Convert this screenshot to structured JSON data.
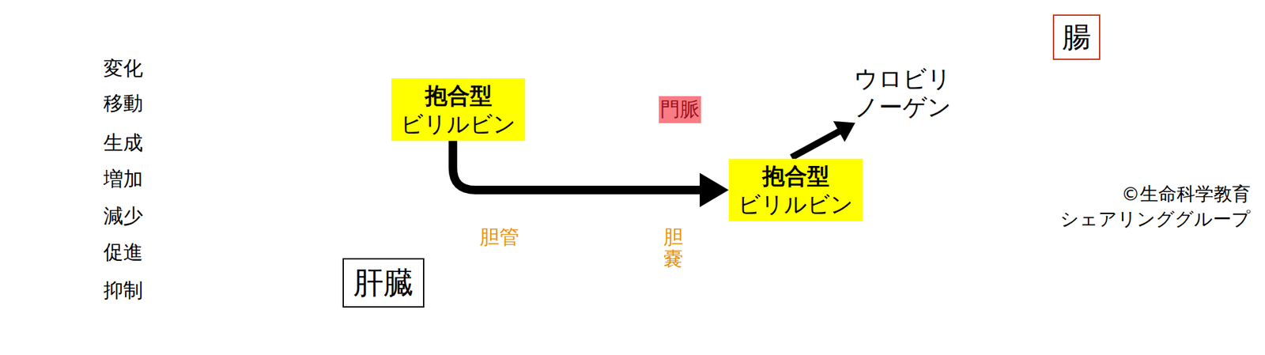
{
  "diagram": {
    "nodes": [
      {
        "text": [
          "肝臓"
        ]
      },
      {
        "text": [
          "抱合型",
          "ビリルビン"
        ],
        "in": 0
      },
      {
        "text": [
          "腸"
        ]
      },
      {
        "text": [
          "抱合型",
          "ビリルビン"
        ],
        "in": 2
      },
      {
        "text": [
          "ウロビリ ノーゲン"
        ],
        "in": 2
      }
    ],
    "edges": [
      {
        "from": 1,
        "to": 3,
        "arrow": "to"
      },
      {
        "from": 3,
        "to": 4,
        "arrow": "to"
      }
    ],
    "labels": [
      "門脈",
      "胆管",
      "胆嚢",
      "©生命科学教育 シェアリンググループ"
    ],
    "legend": [
      {
        "text": "変化"
      },
      {
        "text": "移動"
      },
      {
        "text": "生成"
      },
      {
        "text": "増加"
      },
      {
        "text": "減少"
      },
      {
        "text": "促進"
      },
      {
        "text": "抑制"
      }
    ]
  }
}
